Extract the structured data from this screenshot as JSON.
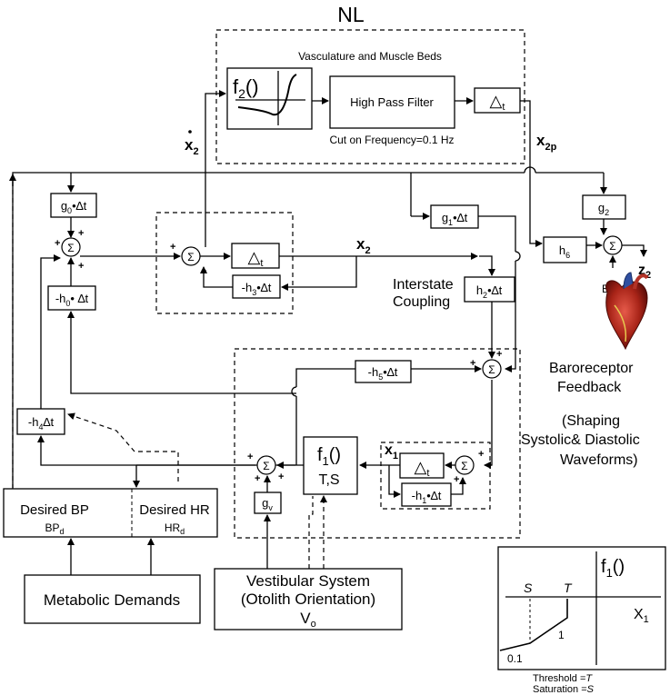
{
  "title": "NL",
  "nl_block": {
    "label": "Vasculature and Muscle Beds",
    "f2": "f",
    "f2_sub": "2",
    "f2_paren": "()",
    "hpf": "High Pass Filter",
    "cutoff": "Cut on Frequency=0.1 Hz",
    "delay": "△",
    "delay_sub": "t"
  },
  "signals": {
    "x2dot": "x",
    "x2dot_sub": "2",
    "x2p": "x",
    "x2p_sub": "2p",
    "x2": "x",
    "x2_sub": "2",
    "x1": "x",
    "x1_sub": "1",
    "z2": "z",
    "z2_sub": "2",
    "bias": "Bias"
  },
  "gains": {
    "g0": "g",
    "g0_sub": "0",
    "g0_suffix": "•∆t",
    "h0": "-h",
    "h0_sub": "0",
    "h0_suffix": "• ∆t",
    "h3": "-h",
    "h3_sub": "3",
    "h3_suffix": "•∆t",
    "g1": "g",
    "g1_sub": "1",
    "g1_suffix": "•∆t",
    "h2": "h",
    "h2_sub": "2",
    "h2_suffix": "•∆t",
    "g2": "g",
    "g2_sub": "2",
    "h6": "h",
    "h6_sub": "6",
    "h5": "-h",
    "h5_sub": "5",
    "h5_suffix": "•∆t",
    "h4": "-h",
    "h4_sub": "4",
    "h4_suffix": "∆t",
    "h1": "-h",
    "h1_sub": "1",
    "h1_suffix": "•∆t",
    "gv": "g",
    "gv_sub": "v"
  },
  "sum_symbol": "Σ",
  "plus": "+",
  "labels": {
    "interstate_1": "Interstate",
    "interstate_2": "Coupling",
    "baro_1": "Baroreceptor",
    "baro_2": "Feedback",
    "shape_1": "(Shaping",
    "shape_2": "Systolic& Diastolic",
    "shape_3": "Waveforms)"
  },
  "f1": {
    "name": "f",
    "sub": "1",
    "paren": "()",
    "params": "T,S"
  },
  "desired_bp": {
    "label": "Desired BP",
    "sym": "BP",
    "sym_sub": "d"
  },
  "desired_hr": {
    "label": "Desired HR",
    "sym": "HR",
    "sym_sub": "d"
  },
  "metabolic": "Metabolic Demands",
  "vestibular": {
    "line1": "Vestibular System",
    "line2": "(Otolith Orientation)",
    "sym": "V",
    "sym_sub": "o"
  },
  "inset": {
    "func": "f",
    "func_sub": "1",
    "func_paren": "()",
    "s": "S",
    "t": "T",
    "x1": "X",
    "x1_sub": "1",
    "slope": "1",
    "low": "0.1",
    "threshold": "Threshold =",
    "threshold_sym": "T",
    "saturation": "Saturation =",
    "saturation_sym": "S"
  },
  "colors": {
    "line": "#000000",
    "background": "#ffffff"
  }
}
